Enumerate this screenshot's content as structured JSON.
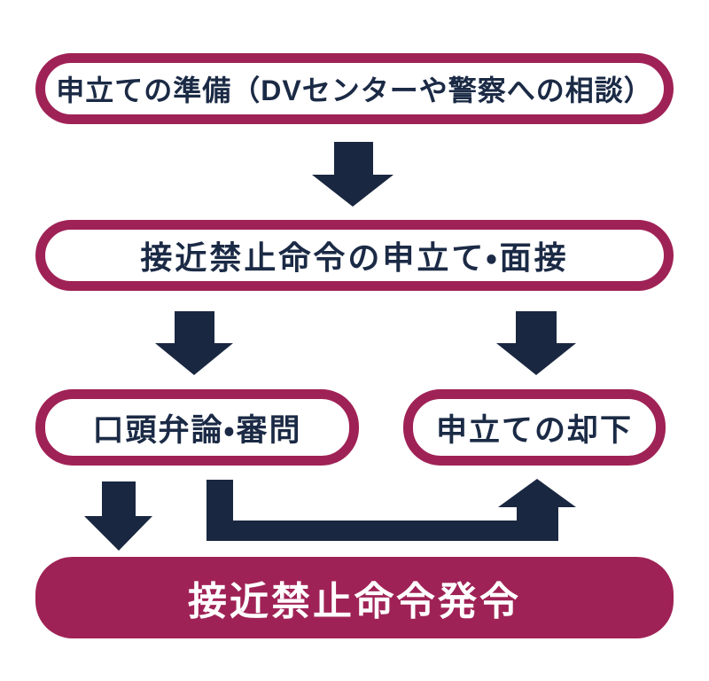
{
  "diagram": {
    "type": "flowchart",
    "language": "ja",
    "nodes": {
      "prepare": {
        "label": "申立ての準備（DVセンターや警察への相談）",
        "style": "outlined"
      },
      "filing": {
        "label": "接近禁止命令の申立て・面接",
        "style": "outlined"
      },
      "hearing": {
        "label": "口頭弁論・審問",
        "style": "outlined"
      },
      "dismissal": {
        "label": "申立ての却下",
        "style": "outlined"
      },
      "issuance": {
        "label": "接近禁止命令発令",
        "style": "filled"
      }
    },
    "edges": [
      {
        "from": "prepare",
        "to": "filing",
        "shape": "down-arrow"
      },
      {
        "from": "filing",
        "to": "hearing",
        "shape": "down-arrow"
      },
      {
        "from": "filing",
        "to": "dismissal",
        "shape": "down-arrow"
      },
      {
        "from": "hearing",
        "to": "issuance",
        "shape": "down-arrow"
      },
      {
        "from": "hearing",
        "to": "dismissal",
        "shape": "elbow-up-arrow"
      }
    ]
  },
  "colors": {
    "crimson": "#9f2256",
    "navy": "#1a2740",
    "text_navy": "#1b2a45",
    "white": "#ffffff",
    "background": "#ffffff"
  }
}
